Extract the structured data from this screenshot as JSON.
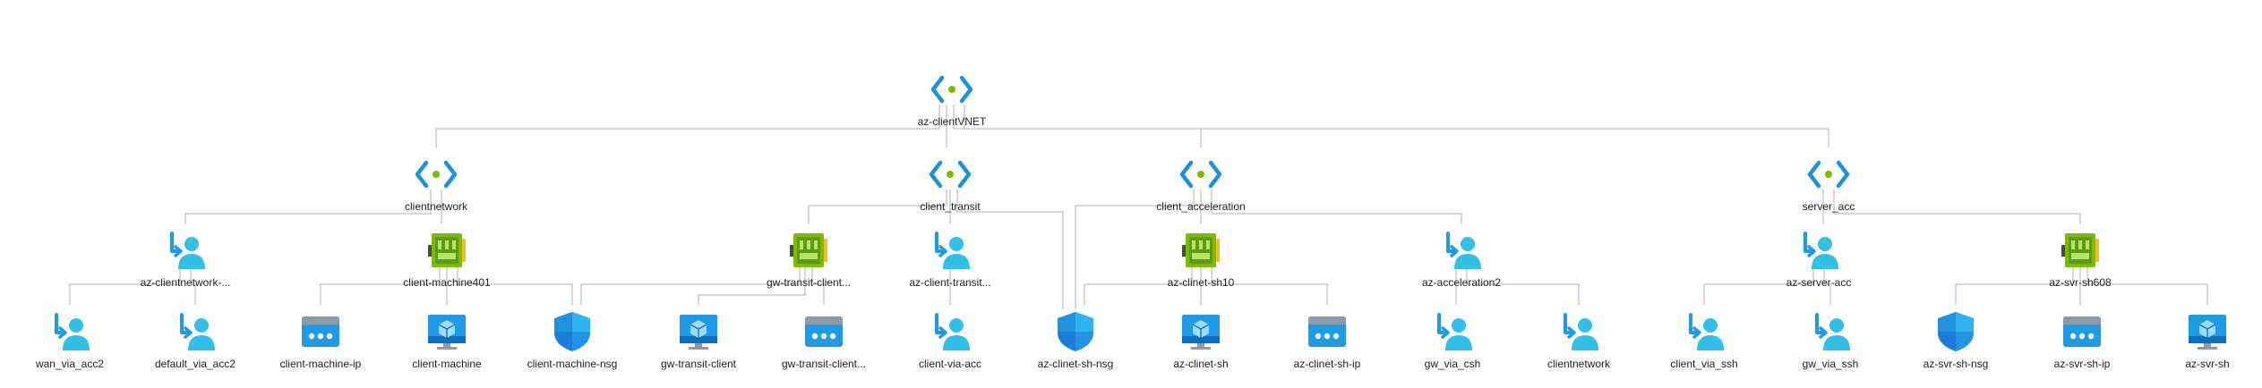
{
  "diagram": {
    "root": {
      "label": "az-clientVNET",
      "icon": "virtual-network-icon"
    },
    "subnets": [
      {
        "label": "clientnetwork",
        "icon": "virtual-network-icon"
      },
      {
        "label": "client_transit",
        "icon": "virtual-network-icon"
      },
      {
        "label": "client_acceleration",
        "icon": "virtual-network-icon"
      },
      {
        "label": "server_acc",
        "icon": "virtual-network-icon"
      }
    ],
    "level2": [
      {
        "label": "az-clientnetwork-...",
        "icon": "route-table-icon"
      },
      {
        "label": "client-machine401",
        "icon": "network-interface-icon"
      },
      {
        "label": "gw-transit-client...",
        "icon": "network-interface-icon"
      },
      {
        "label": "az-client-transit...",
        "icon": "route-table-icon"
      },
      {
        "label": "az-clinet-sh10",
        "icon": "network-interface-icon"
      },
      {
        "label": "az-acceleration2",
        "icon": "route-table-icon"
      },
      {
        "label": "az-server-acc",
        "icon": "route-table-icon"
      },
      {
        "label": "az-svr-sh608",
        "icon": "network-interface-icon"
      }
    ],
    "level3": [
      {
        "label": "wan_via_acc2",
        "icon": "route-icon"
      },
      {
        "label": "default_via_acc2",
        "icon": "route-icon"
      },
      {
        "label": "client-machine-ip",
        "icon": "public-ip-icon"
      },
      {
        "label": "client-machine",
        "icon": "virtual-machine-icon"
      },
      {
        "label": "client-machine-nsg",
        "icon": "network-security-group-icon"
      },
      {
        "label": "gw-transit-client",
        "icon": "virtual-machine-icon"
      },
      {
        "label": "gw-transit-client...",
        "icon": "public-ip-icon"
      },
      {
        "label": "client-via-acc",
        "icon": "route-icon"
      },
      {
        "label": "az-clinet-sh-nsg",
        "icon": "network-security-group-icon"
      },
      {
        "label": "az-clinet-sh",
        "icon": "virtual-machine-icon"
      },
      {
        "label": "az-clinet-sh-ip",
        "icon": "public-ip-icon"
      },
      {
        "label": "gw_via_csh",
        "icon": "route-icon"
      },
      {
        "label": "clientnetwork",
        "icon": "route-icon"
      },
      {
        "label": "client_via_ssh",
        "icon": "route-icon"
      },
      {
        "label": "gw_via_ssh",
        "icon": "route-icon"
      },
      {
        "label": "az-svr-sh-nsg",
        "icon": "network-security-group-icon"
      },
      {
        "label": "az-svr-sh-ip",
        "icon": "public-ip-icon"
      },
      {
        "label": "az-svr-sh",
        "icon": "virtual-machine-icon"
      }
    ],
    "colors": {
      "connector": "#b0b0b0",
      "vnet_bracket": "#1e90e0",
      "vnet_dot": "#7fba00",
      "nic_green": "#7fba00",
      "azure_blue": "#1e9be6",
      "person_cyan": "#32bfe8"
    }
  }
}
